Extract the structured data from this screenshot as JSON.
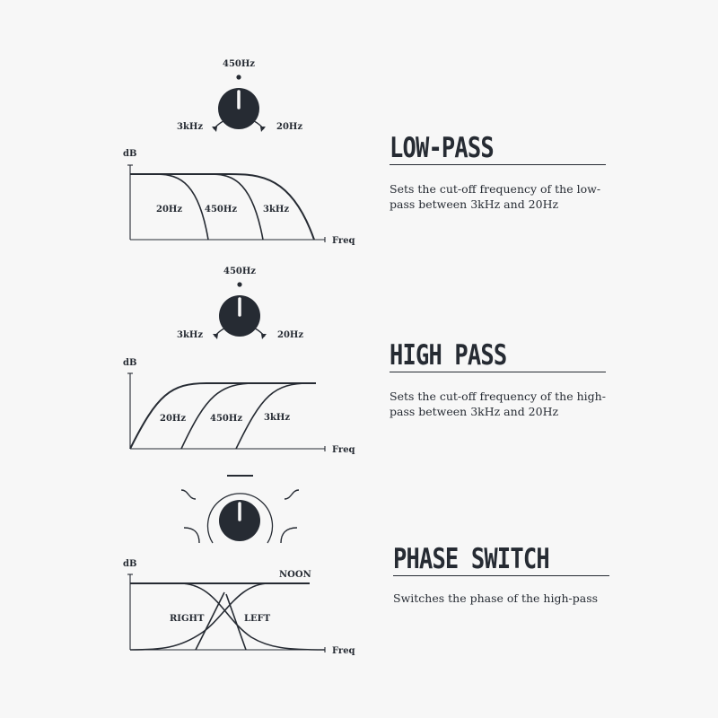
{
  "palette": {
    "background": "#f7f7f7",
    "ink": "#262b33"
  },
  "sections": [
    {
      "title": "LOW-PASS",
      "description": "Sets the cut-off frequency of the low-pass between 3kHz and 20Hz",
      "knob": {
        "top_label": "450Hz",
        "left_label": "3kHz",
        "right_label": "20Hz"
      },
      "graph": {
        "y_label": "dB",
        "x_label": "Freq",
        "curves": [
          "20Hz",
          "450Hz",
          "3kHz"
        ]
      }
    },
    {
      "title": "HIGH PASS",
      "description": "Sets the cut-off frequency of the high-pass between 3kHz and 20Hz",
      "knob": {
        "top_label": "450Hz",
        "left_label": "3kHz",
        "right_label": "20Hz"
      },
      "graph": {
        "y_label": "dB",
        "x_label": "Freq",
        "curves": [
          "20Hz",
          "450Hz",
          "3kHz"
        ]
      }
    },
    {
      "title": "PHASE SWITCH",
      "description": "Switches the phase of the high-pass",
      "knob": {
        "icon": "phase-knob-icon"
      },
      "graph": {
        "y_label": "dB",
        "x_label": "Freq",
        "top_label": "NOON",
        "curves": [
          "RIGHT",
          "LEFT"
        ]
      }
    }
  ]
}
